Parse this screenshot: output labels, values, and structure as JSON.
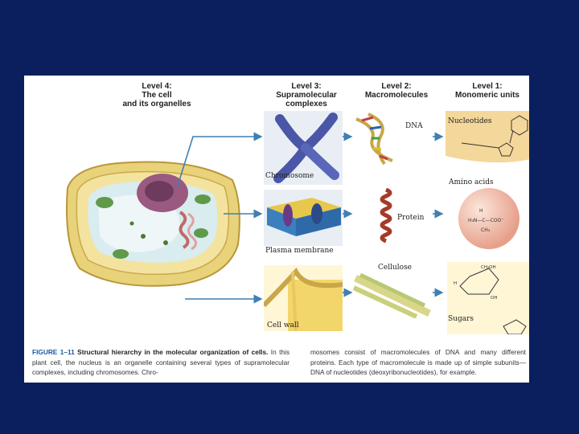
{
  "levels": {
    "level4": [
      "Level 4:",
      "The cell",
      "and its organelles"
    ],
    "level3": [
      "Level 3:",
      "Supramolecular",
      "complexes"
    ],
    "level2": [
      "Level 2:",
      "Macromolecules"
    ],
    "level1": [
      "Level 1:",
      "Monomeric units"
    ]
  },
  "labels": {
    "chromosome": "Chromosome",
    "plasma_membrane": "Plasma membrane",
    "cell_wall": "Cell wall",
    "dna": "DNA",
    "protein": "Protein",
    "cellulose": "Cellulose",
    "nucleotides": "Nucleotides",
    "amino_acids": "Amino acids",
    "sugars": "Sugars"
  },
  "caption": {
    "figure_number": "FIGURE 1–11",
    "title": "Structural hierarchy in the molecular organization of cells.",
    "text_left": "In this plant cell, the nucleus is an organelle containing several types of supramolecular complexes, including chromosomes. Chro-",
    "text_right": "mosomes consist of macromolecules of DNA and many different proteins. Each type of macromolecule is made up of simple subunits—DNA of nucleotides (deoxyribonucleotides), for example."
  },
  "colors": {
    "background": "#0b1f5e",
    "arrow": "#3f7fb3",
    "figure_number": "#1c5aa8"
  }
}
